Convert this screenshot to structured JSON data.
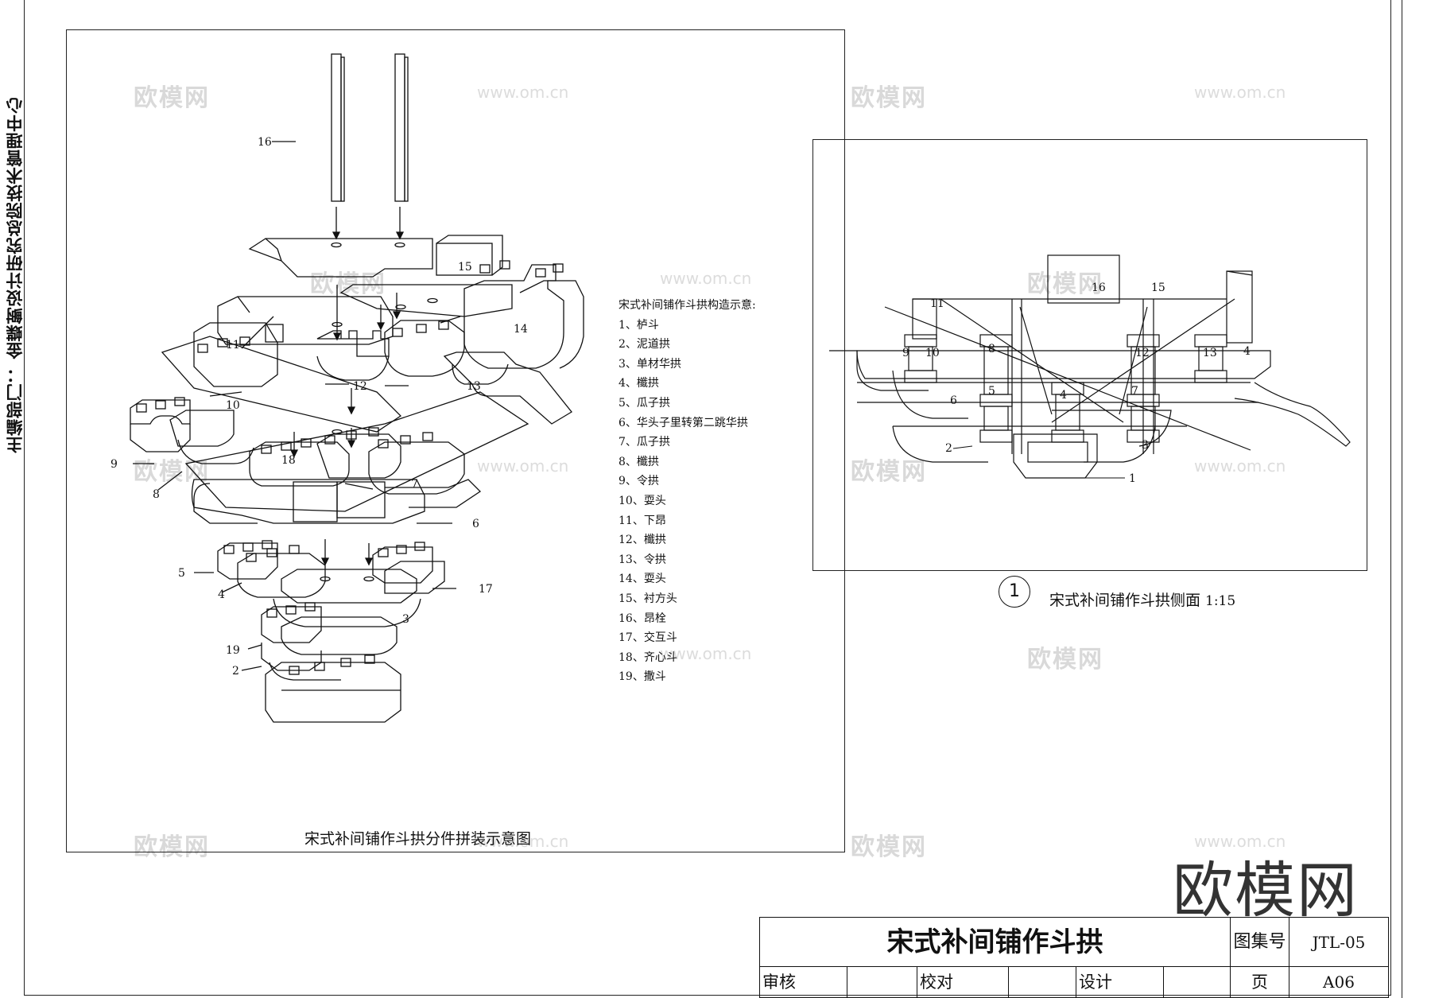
{
  "side_note": "主编部门： 金蝶鲥设计研究总院技术管理中心",
  "exploded_view": {
    "caption": "宋式补间铺作斗拱分件拼装示意图",
    "part_labels": [
      "1",
      "2",
      "3",
      "4",
      "5",
      "6",
      "7",
      "8",
      "9",
      "10",
      "11",
      "12",
      "13",
      "14",
      "15",
      "16",
      "17",
      "18",
      "19"
    ]
  },
  "legend": {
    "title": "宋式补间铺作斗拱构造示意:",
    "items": [
      "1、栌斗",
      "2、泥道拱",
      "3、单材华拱",
      "4、櫼拱",
      "5、瓜子拱",
      "6、华头子里转第二跳华拱",
      "7、瓜子拱",
      "8、櫼拱",
      "9、令拱",
      "10、耍头",
      "11、下昂",
      "12、櫼拱",
      "13、令拱",
      "14、耍头",
      "15、衬方头",
      "16、昂栓",
      "17、交互斗",
      "18、齐心斗",
      "19、撒斗"
    ]
  },
  "side_view": {
    "detail_number": "1",
    "caption": "宋式补间铺作斗拱侧面",
    "scale": "1:15",
    "part_labels": [
      "1",
      "2",
      "3",
      "4",
      "5",
      "6",
      "7",
      "8",
      "9",
      "10",
      "11",
      "12",
      "13",
      "4",
      "15",
      "16"
    ]
  },
  "watermarks": {
    "logo_text": "欧模网",
    "url_text": "www.om.cn"
  },
  "brand": "欧模网",
  "title_block": {
    "title": "宋式补间铺作斗拱",
    "set_label": "图集号",
    "set_value": "JTL-05",
    "review_label": "审核",
    "check_label": "校对",
    "design_label": "设计",
    "page_label": "页",
    "page_value": "A06"
  }
}
